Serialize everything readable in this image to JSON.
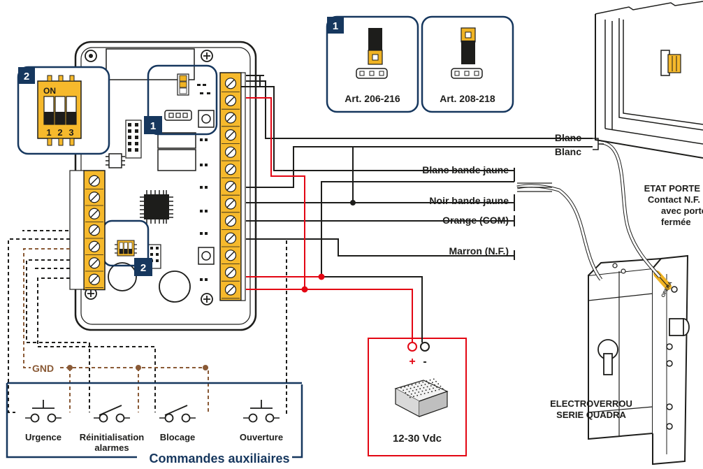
{
  "badges": {
    "one": "1",
    "two": "2"
  },
  "dip": {
    "on_label": "ON",
    "switch_numbers": [
      "1",
      "2",
      "3"
    ]
  },
  "jumper_options": [
    {
      "label": "Art. 206-216"
    },
    {
      "label": "Art. 208-218"
    }
  ],
  "wires": {
    "blanc_1": "Blanc",
    "blanc_2": "Blanc",
    "blanc_bande_jaune": "Blanc bande jaune",
    "noir_bande_jaune": "Noir bande jaune",
    "orange_com": "Orange (COM)",
    "marron_nf": "Marron (N.F.)"
  },
  "etat_porte": [
    "ETAT PORTE",
    "Contact N.F.",
    "avec porte",
    "fermée"
  ],
  "lock": {
    "brand": "OPERA",
    "title_lines": [
      "ELECTROVERROU",
      "SERIE QUADRA"
    ]
  },
  "power_supply": {
    "plus": "+",
    "minus": "-",
    "voltage": "12-30 Vdc"
  },
  "gnd_label": "GND",
  "aux": {
    "title": "Commandes auxiliaires",
    "buttons": [
      {
        "lines": [
          "Urgence"
        ]
      },
      {
        "lines": [
          "Réinitialisation",
          "alarmes"
        ]
      },
      {
        "lines": [
          "Blocage"
        ]
      },
      {
        "lines": [
          "Ouverture"
        ]
      }
    ]
  },
  "colors": {
    "navy": "#16375e",
    "terminal_yellow": "#f6b92c",
    "wire_red": "#e30613",
    "wire_brown": "#8a5a36",
    "wire_black": "#1d1d1b",
    "jumper_gold": "#f0b323"
  }
}
